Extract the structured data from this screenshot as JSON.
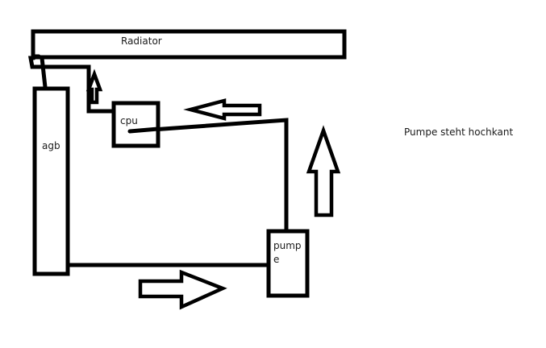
{
  "diagram": {
    "type": "water-cooling loop sketch",
    "components": {
      "radiator": {
        "label": "Radiator"
      },
      "reservoir": {
        "label": "agb"
      },
      "cpu": {
        "label": "cpu"
      },
      "pump": {
        "label_line1": "pump",
        "label_line2": "e"
      }
    },
    "note": "Pumpe steht hochkant",
    "flow_arrows": [
      {
        "name": "arrow-pump-to-radiator-up",
        "direction": "up"
      },
      {
        "name": "arrow-top-left",
        "direction": "left"
      },
      {
        "name": "arrow-small-up",
        "direction": "up"
      },
      {
        "name": "arrow-bottom-right",
        "direction": "right"
      }
    ],
    "colors": {
      "line": "#000000",
      "background": "#ffffff"
    }
  }
}
